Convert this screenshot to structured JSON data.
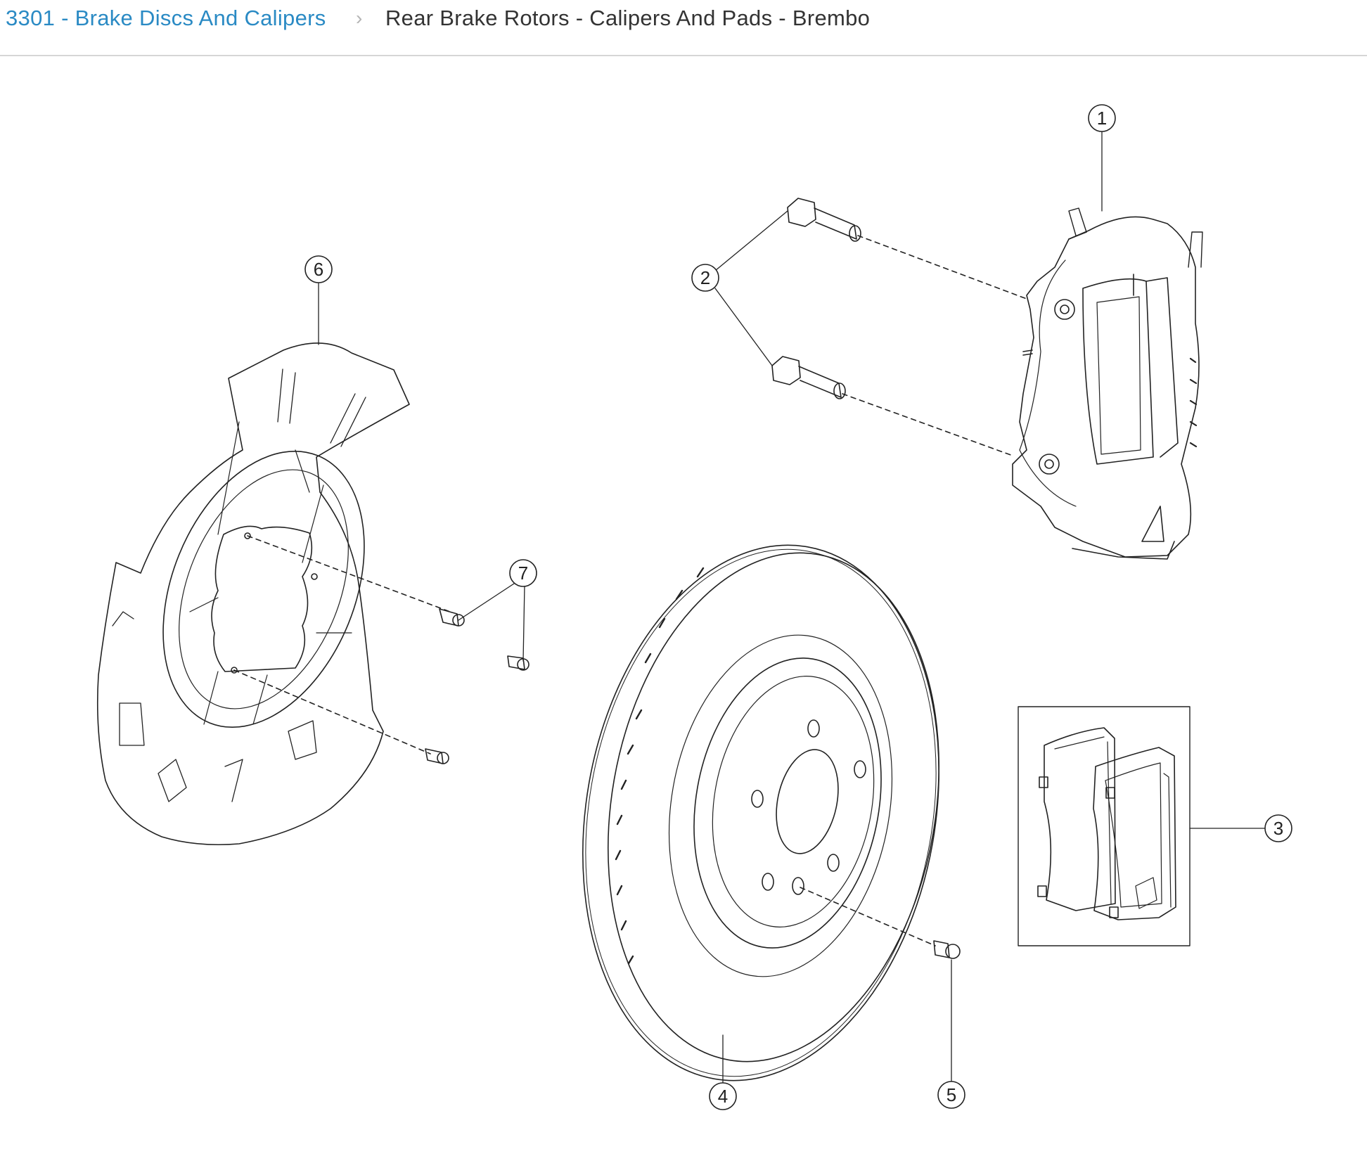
{
  "breadcrumb": {
    "parent_label": "3301 - Brake Discs And Calipers",
    "separator": "›",
    "current_label": "Rear Brake Rotors - Calipers And Pads - Brembo"
  },
  "diagram": {
    "callouts": [
      {
        "number": "1",
        "part": "caliper"
      },
      {
        "number": "2",
        "part": "caliper-bolts"
      },
      {
        "number": "3",
        "part": "brake-pads"
      },
      {
        "number": "4",
        "part": "brake-rotor"
      },
      {
        "number": "5",
        "part": "rotor-screw"
      },
      {
        "number": "6",
        "part": "dust-shield"
      },
      {
        "number": "7",
        "part": "shield-screws"
      }
    ]
  },
  "colors": {
    "link": "#2a8ac4",
    "text": "#333333",
    "line": "#222222",
    "divider": "#d6d6d6"
  }
}
